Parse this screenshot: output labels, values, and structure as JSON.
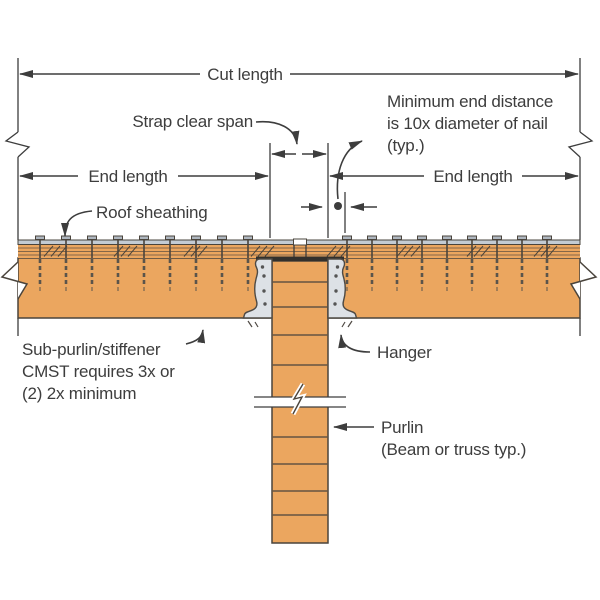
{
  "diagram": {
    "labels": {
      "cut_length": "Cut length",
      "strap_clear_span": "Strap clear span",
      "min_end_distance_line1": "Minimum end distance",
      "min_end_distance_line2": "is 10x diameter of nail",
      "min_end_distance_line3": "(typ.)",
      "end_length_left": "End length",
      "end_length_right": "End length",
      "roof_sheathing": "Roof sheathing",
      "sub_purlin_line1": "Sub-purlin/stiffener",
      "sub_purlin_line2": "CMST requires 3x or",
      "sub_purlin_line3": "(2) 2x minimum",
      "hanger": "Hanger",
      "purlin_line1": "Purlin",
      "purlin_line2": "(Beam or truss typ.)"
    },
    "colors": {
      "wood": "#EBA65F",
      "sheathing": "#C3CBD3",
      "hanger": "#DDE1E6",
      "line": "#3D3D3D",
      "strap": "#32302C",
      "background": "#FFFFFF"
    }
  }
}
